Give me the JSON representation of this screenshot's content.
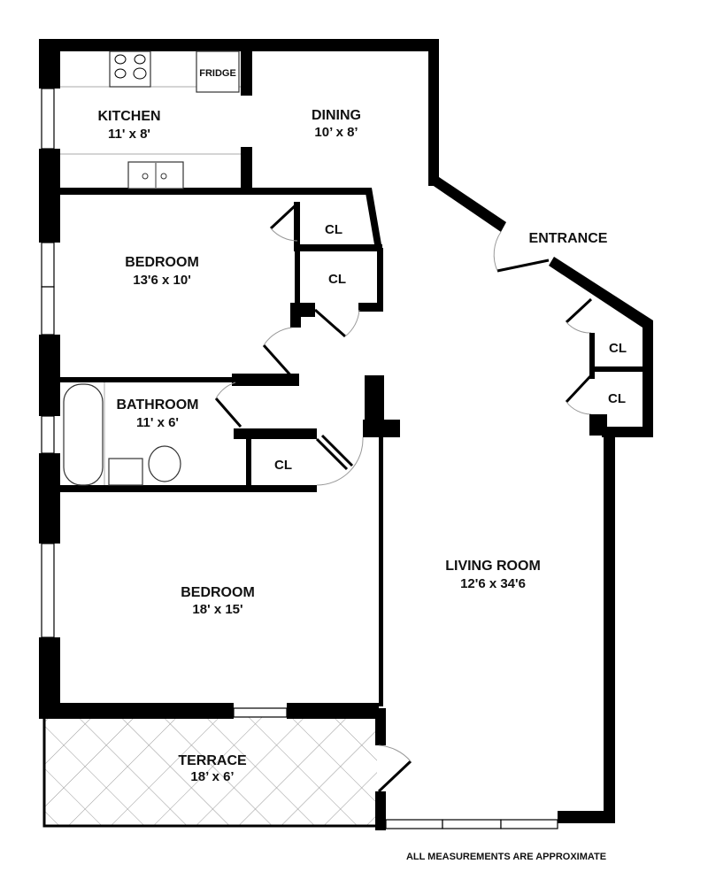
{
  "floorplan": {
    "rooms": {
      "kitchen": {
        "name": "KITCHEN",
        "dims": "11' x 8'"
      },
      "dining": {
        "name": "DINING",
        "dims": "10’ x 8’"
      },
      "bedroom_1": {
        "name": "BEDROOM",
        "dims": "13'6 x 10'"
      },
      "bathroom": {
        "name": "BATHROOM",
        "dims": "11' x 6'"
      },
      "bedroom_2": {
        "name": "BEDROOM",
        "dims": "18' x 15'"
      },
      "living_room": {
        "name": "LIVING ROOM",
        "dims": "12'6 x 34'6"
      },
      "terrace": {
        "name": "TERRACE",
        "dims": "18’ x 6’"
      }
    },
    "closets": [
      {
        "label": "CL"
      },
      {
        "label": "CL"
      },
      {
        "label": "CL"
      },
      {
        "label": "CL"
      },
      {
        "label": "CL"
      }
    ],
    "entrance": "ENTRANCE",
    "appliances": {
      "fridge": "FRIDGE"
    },
    "footnote": "ALL MEASUREMENTS ARE APPROXIMATE"
  }
}
